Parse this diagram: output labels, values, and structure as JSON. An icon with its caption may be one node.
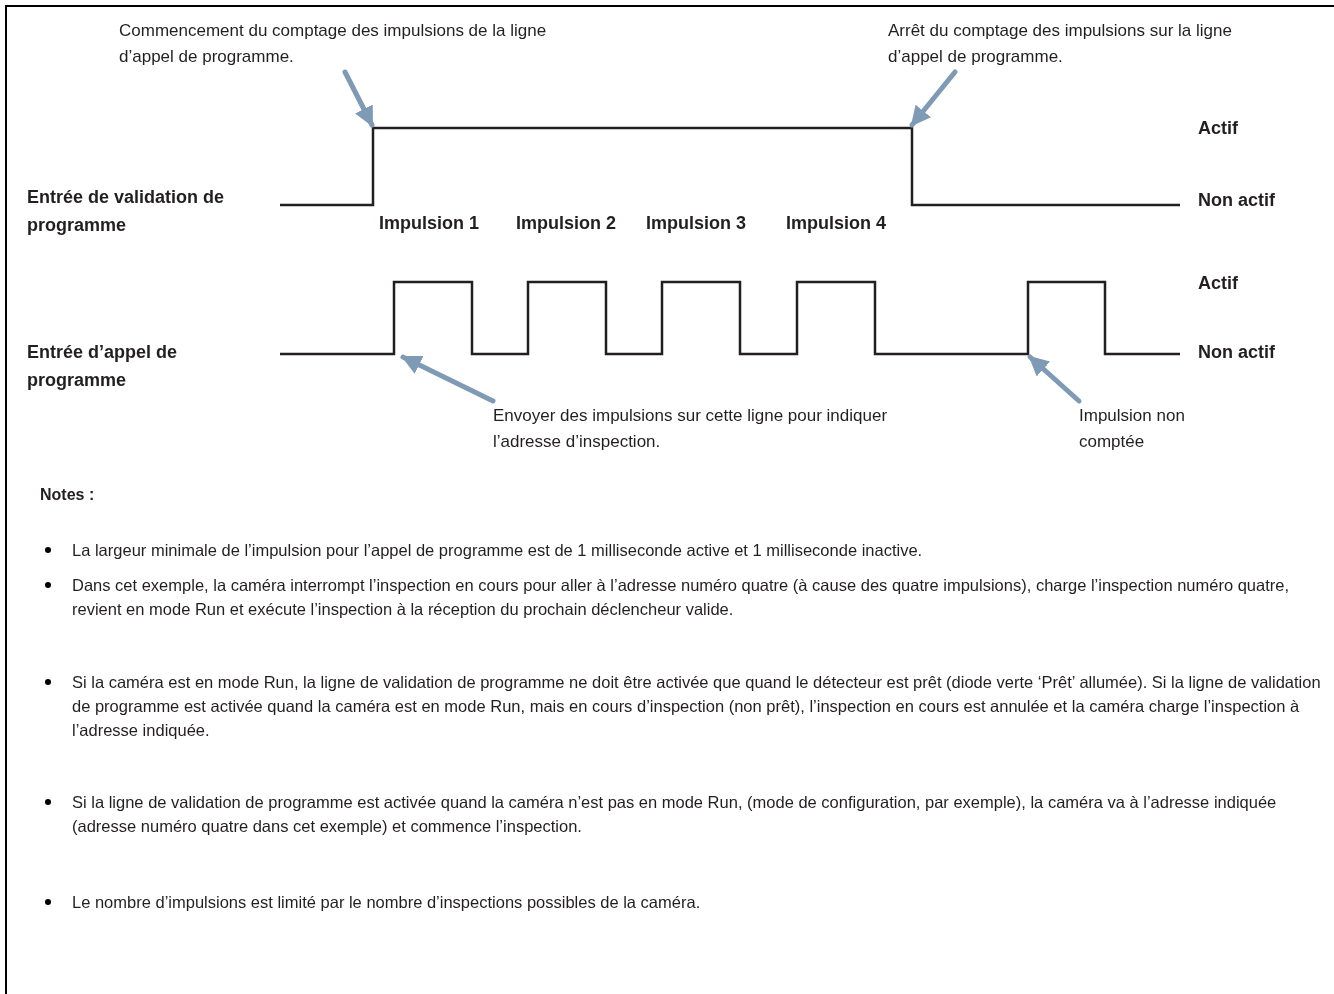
{
  "diagram": {
    "nodes": [
      {
        "text": [
          "Commencement du comptage des impulsions de la ligne d’appel de programme."
        ]
      },
      {
        "text": [
          "Arrêt du comptage des impulsions sur la ligne d’appel de programme."
        ]
      },
      {
        "text": [
          "Envoyer des impulsions sur cette ligne pour indiquer l’adresse d’inspection."
        ]
      },
      {
        "text": [
          "Impulsion non comptée"
        ]
      }
    ],
    "edges": [
      {
        "from": 0,
        "to": null,
        "arrow": "to"
      },
      {
        "from": 1,
        "to": null,
        "arrow": "to"
      },
      {
        "from": 2,
        "to": null,
        "arrow": "to"
      },
      {
        "from": 3,
        "to": null,
        "arrow": "to"
      }
    ],
    "labels": [
      "Actif",
      "Entrée de validation de programme",
      "Non actif",
      "Impulsion 1",
      "Impulsion 2",
      "Impulsion 3",
      "Impulsion 4",
      "Actif",
      "Entrée d’appel de programme",
      "Non actif",
      "Notes :",
      "La largeur minimale de l’impulsion pour l’appel de programme est de 1 milliseconde active et 1 milliseconde inactive.",
      "Dans cet exemple, la caméra interrompt l’inspection en cours pour aller à l’adresse numéro quatre (à cause des quatre impulsions), charge l’inspection numéro quatre, revient en mode Run et exécute l’inspection à la réception du prochain déclencheur valide.",
      "Si la caméra est en mode Run, la ligne de validation de programme ne doit être activée que quand le détecteur est prêt (diode verte ‘Prêt’ allumée). Si la ligne de validation de programme est activée quand la caméra est en mode Run, mais en cours d’inspection (non prêt), l’inspection en cours est annulée et la caméra charge l’inspection à l’adresse indiquée.",
      "Si la ligne de validation de programme est activée quand la caméra n’est pas en mode Run, (mode de configuration, par exemple), la caméra va à l’adresse indiquée (adresse numéro quatre dans cet exemple) et commence l’inspection.",
      "Le nombre d’impulsions est limité par le nombre d’inspections possibles de la caméra."
    ]
  }
}
